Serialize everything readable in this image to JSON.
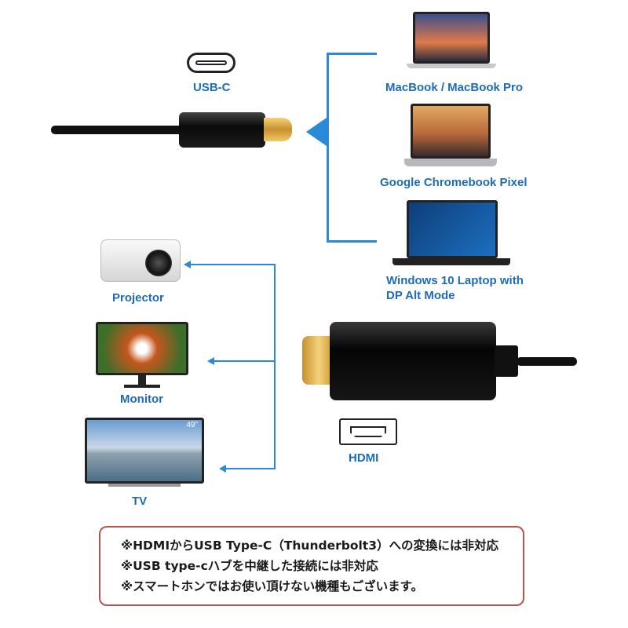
{
  "usb_c": {
    "label": "USB-C"
  },
  "hdmi": {
    "label": "HDMI"
  },
  "sources": [
    {
      "label": "MacBook / MacBook Pro"
    },
    {
      "label": "Google Chromebook Pixel"
    },
    {
      "label_line1": "Windows 10 Laptop with",
      "label_line2": "DP Alt Mode"
    }
  ],
  "displays": [
    {
      "label": "Projector"
    },
    {
      "label": "Monitor"
    },
    {
      "label": "TV",
      "badge": "49\""
    }
  ],
  "notes": [
    "※HDMIからUSB Type-C（Thunderbolt3）への変換には非対応",
    "※USB type-cハブを中継した接続には非対応",
    "※スマートホンではお使い頂けない機種もございます。"
  ],
  "colors": {
    "accent": "#2a8ad8",
    "label": "#1d6cb5",
    "note_border": "#b5544c",
    "gold": "#d9a84a"
  }
}
